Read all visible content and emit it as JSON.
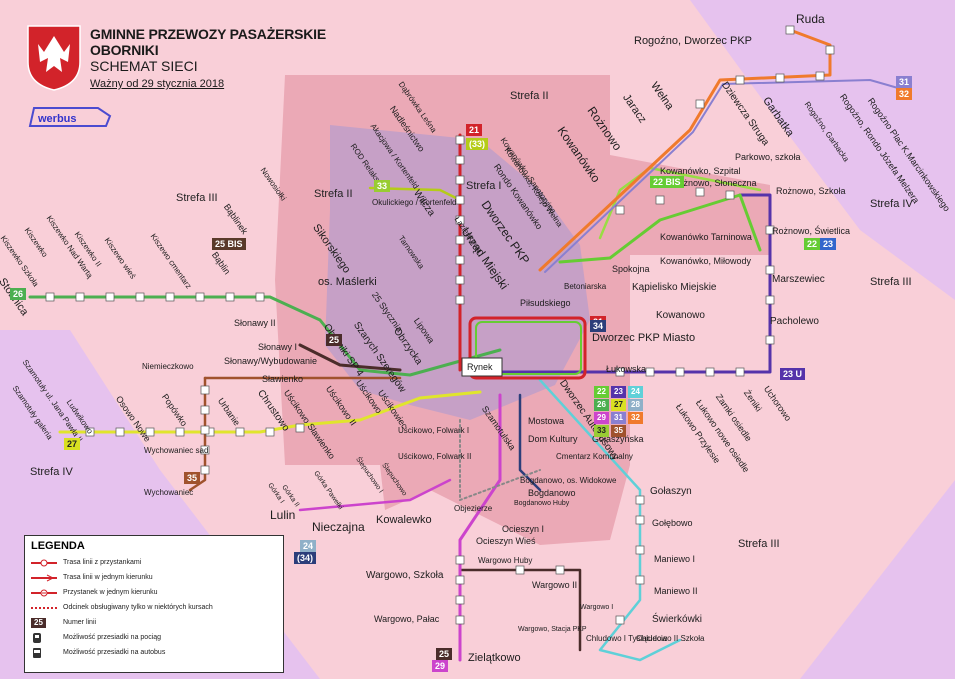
{
  "header": {
    "title_line1": "GMINNE PRZEWOZY PASAŻERSKIE",
    "title_line2": "OBORNIKI",
    "subtitle": "SCHEMAT SIECI",
    "valid_from": "Ważny od 29 stycznia 2018",
    "brand": "werbus"
  },
  "legend": {
    "title": "LEGENDA",
    "items": [
      {
        "text": "Trasa linii z przystankami",
        "icon": "line-with-stops-icon"
      },
      {
        "text": "Trasa linii w jednym kierunku",
        "icon": "one-way-line-icon"
      },
      {
        "text": "Przystanek w jednym kierunku",
        "icon": "one-way-stop-icon"
      },
      {
        "text": "Odcinek obsługiwany tylko w niektórych kursach",
        "icon": "dotted-segment-icon"
      },
      {
        "text": "Numer linii",
        "icon": "line-number-icon",
        "badge": "25"
      },
      {
        "text": "Możliwość przesiadki na pociąg",
        "icon": "train-icon"
      },
      {
        "text": "Możliwość przesiadki na autobus",
        "icon": "bus-icon"
      }
    ]
  },
  "zones": [
    {
      "id": "z2a",
      "label": "Strefa II"
    },
    {
      "id": "z1",
      "label": "Strefa I"
    },
    {
      "id": "z2b",
      "label": "Strefa II"
    },
    {
      "id": "z3a",
      "label": "Strefa III"
    },
    {
      "id": "z3b",
      "label": "Strefa III"
    },
    {
      "id": "z3c",
      "label": "Strefa III"
    },
    {
      "id": "z4a",
      "label": "Strefa IV"
    },
    {
      "id": "z4b",
      "label": "Strefa IV"
    }
  ],
  "stops": [
    {
      "id": "ruda",
      "label": "Ruda"
    },
    {
      "id": "rog_pkp",
      "label": "Rogoźno, Dworzec PKP"
    },
    {
      "id": "welna",
      "label": "Wełna"
    },
    {
      "id": "jaracz",
      "label": "Jaracz"
    },
    {
      "id": "roznowo",
      "label": "Rożnowo"
    },
    {
      "id": "kowanowko",
      "label": "Kowanówko"
    },
    {
      "id": "dziewcza",
      "label": "Dziewcza Struga"
    },
    {
      "id": "garbatka",
      "label": "Garbatka"
    },
    {
      "id": "rog_garbacka",
      "label": "Rogoźno, Garbacka"
    },
    {
      "id": "rog_melzera",
      "label": "Rogoźno, Rondo Józefa Melzera"
    },
    {
      "id": "rog_marcin",
      "label": "Rogoźno Plac K.Marcinkowskiego"
    },
    {
      "id": "parkowo",
      "label": "Parkowo, szkoła"
    },
    {
      "id": "kow_szpital",
      "label": "Kowanówko, Szpital"
    },
    {
      "id": "roz_sloneczna",
      "label": "Rożnowo, Słoneczna"
    },
    {
      "id": "roz_szkola",
      "label": "Rożnowo, Szkoła"
    },
    {
      "id": "roz_swietlica",
      "label": "Rożnowo, Świetlica"
    },
    {
      "id": "kow_tarn",
      "label": "Kowanówko Tarninowa"
    },
    {
      "id": "kow_milow",
      "label": "Kowanówko, Miłowody"
    },
    {
      "id": "spokojna",
      "label": "Spokojna"
    },
    {
      "id": "kapielisko",
      "label": "Kąpielisko Miejskie"
    },
    {
      "id": "kowanowo",
      "label": "Kowanowo"
    },
    {
      "id": "marszewiec",
      "label": "Marszewiec"
    },
    {
      "id": "pacholewo",
      "label": "Pacholewo"
    },
    {
      "id": "dworzec",
      "label": "Dworzec PKP Miasto"
    },
    {
      "id": "lukowska",
      "label": "Łukowska"
    },
    {
      "id": "uchorowo",
      "label": "Uchorowo"
    },
    {
      "id": "zeniki",
      "label": "Żeniki"
    },
    {
      "id": "zamki",
      "label": "Zamki osiedle"
    },
    {
      "id": "lukowo_n",
      "label": "Łukowo nowe osiedle"
    },
    {
      "id": "lukowo_p",
      "label": "Łukowo Przylesie"
    },
    {
      "id": "pilsudskiego",
      "label": "Piłsudskiego"
    },
    {
      "id": "betonowa",
      "label": "Betoniarska"
    },
    {
      "id": "rynek",
      "label": "Rynek"
    },
    {
      "id": "dab_lesna",
      "label": "Dąbrówka Leśna"
    },
    {
      "id": "nadleśnictwo",
      "label": "Nadleśnictwo"
    },
    {
      "id": "ww_kowanowko",
      "label": "Kowanówko, Kolejo Wełna"
    },
    {
      "id": "kow_sanat",
      "label": "Kowanówko, Sanatoryjna"
    },
    {
      "id": "rondo_kow",
      "label": "Rondo Kowanówko"
    },
    {
      "id": "dworzec_pkp",
      "label": "Dworzec PKP"
    },
    {
      "id": "urzad",
      "label": "Urząd Miejski"
    },
    {
      "id": "lazienkowa",
      "label": "Łazienkowa"
    },
    {
      "id": "wilcza",
      "label": "Wilcza"
    },
    {
      "id": "strefa_i_w",
      "label": "Akacjowa / Kortenfeld"
    },
    {
      "id": "rod",
      "label": "ROD Relaks"
    },
    {
      "id": "okulickiego",
      "label": "Okulickiego / Kortenfeld"
    },
    {
      "id": "sikorskiego",
      "label": "Sikorskiego"
    },
    {
      "id": "tarnowska",
      "label": "Tarnowska"
    },
    {
      "id": "25stycznia",
      "label": "25 Stycznia"
    },
    {
      "id": "lipowa",
      "label": "Lipowa"
    },
    {
      "id": "obrzycka",
      "label": "Obrzycka"
    },
    {
      "id": "szarych",
      "label": "Szarych Szeregów"
    },
    {
      "id": "obornik_sp",
      "label": "Oborniki SP 4"
    },
    {
      "id": "os_maslerki",
      "label": "os. Maślerki"
    },
    {
      "id": "nowosiolki",
      "label": "Nowosiołki"
    },
    {
      "id": "bablinek",
      "label": "Bąblinek"
    },
    {
      "id": "bablin",
      "label": "Bąblin"
    },
    {
      "id": "stobnica",
      "label": "Stobnica"
    },
    {
      "id": "kiszewko_s",
      "label": "Kiszewko Szkoła"
    },
    {
      "id": "kiszewko",
      "label": "Kiszewko"
    },
    {
      "id": "kiszewko_nw",
      "label": "Kiszewko Nad Wartą"
    },
    {
      "id": "kiszewko_ii",
      "label": "Kiszewko II"
    },
    {
      "id": "kiszewo_w",
      "label": "Kiszewo wieś"
    },
    {
      "id": "kiszewo_c",
      "label": "Kiszewo cmentarz"
    },
    {
      "id": "slonawy_ii",
      "label": "Słonawy II"
    },
    {
      "id": "slonawy_i",
      "label": "Słonawy I"
    },
    {
      "id": "slonawy_w",
      "label": "Słonawy/Wybudowanie"
    },
    {
      "id": "slawienko",
      "label": "Sławienko"
    },
    {
      "id": "niemieczkowo",
      "label": "Niemieczkowo"
    },
    {
      "id": "uscikowo",
      "label": "Uścikowo"
    },
    {
      "id": "uscikowo_ii",
      "label": "Uścikowo II"
    },
    {
      "id": "uscikowo_sl",
      "label": "Uścikowo Sławienko"
    },
    {
      "id": "uscikowiec",
      "label": "Uścikowiec"
    },
    {
      "id": "chrustowo",
      "label": "Chrustowo"
    },
    {
      "id": "urbanie",
      "label": "Urbanie"
    },
    {
      "id": "popowko",
      "label": "Popówko"
    },
    {
      "id": "osowo",
      "label": "Osowo Nowe"
    },
    {
      "id": "ludwikowo",
      "label": "Ludwikowo"
    },
    {
      "id": "szamotuly_j",
      "label": "Szamotuły ul. Jana Pawła II"
    },
    {
      "id": "szamotuly_g",
      "label": "Szamotuły galeria"
    },
    {
      "id": "wych_sad",
      "label": "Wychowaniec sad"
    },
    {
      "id": "wychowaniec",
      "label": "Wychowaniec"
    },
    {
      "id": "usc_f1",
      "label": "Uścikowo, Folwark I"
    },
    {
      "id": "usc_f2",
      "label": "Uścikowo, Folwark II"
    },
    {
      "id": "szamotulska",
      "label": "Szamotulska"
    },
    {
      "id": "mostowa",
      "label": "Mostowa"
    },
    {
      "id": "dworzec_aut",
      "label": "Dworzec Autobusowy"
    },
    {
      "id": "dom_kultury",
      "label": "Dom Kultury"
    },
    {
      "id": "golaszynska",
      "label": "Gołaszyńska"
    },
    {
      "id": "cmentarz",
      "label": "Cmentarz Komunalny"
    },
    {
      "id": "bog_widok",
      "label": "Bogdanowo, os. Widokowe"
    },
    {
      "id": "bogdanowo",
      "label": "Bogdanowo"
    },
    {
      "id": "bog_huby",
      "label": "Bogdanowo Huby"
    },
    {
      "id": "golaszyn",
      "label": "Gołaszyn"
    },
    {
      "id": "golebowo",
      "label": "Gołębowo"
    },
    {
      "id": "maniewo_i",
      "label": "Maniewo I"
    },
    {
      "id": "maniewo_ii",
      "label": "Maniewo II"
    },
    {
      "id": "swierkowki",
      "label": "Świerkówki"
    },
    {
      "id": "chludowo_i",
      "label": "Chludowo I Tysiąclecia"
    },
    {
      "id": "chludowo_ii",
      "label": "Chludowo II Szkoła"
    },
    {
      "id": "wargowo_i",
      "label": "Wargowo I"
    },
    {
      "id": "wargowo_ii",
      "label": "Wargowo II"
    },
    {
      "id": "wargowo_huby",
      "label": "Wargowo Huby"
    },
    {
      "id": "wargowo_szk",
      "label": "Wargowo, Szkoła"
    },
    {
      "id": "wargowo_pal",
      "label": "Wargowo, Pałac"
    },
    {
      "id": "wargowo_st",
      "label": "Wargowo, Stacja PKP"
    },
    {
      "id": "zielatkowo",
      "label": "Zielątkowo"
    },
    {
      "id": "kowalewko",
      "label": "Kowalewko"
    },
    {
      "id": "nieczajna",
      "label": "Nieczajna"
    },
    {
      "id": "lulin",
      "label": "Lulin"
    },
    {
      "id": "gorka_i",
      "label": "Górka I"
    },
    {
      "id": "gorka_ii",
      "label": "Górka II"
    },
    {
      "id": "gorka_p",
      "label": "Górka Pawełki"
    },
    {
      "id": "slepuchowo_i",
      "label": "Ślepuchowo I"
    },
    {
      "id": "slepuchowo",
      "label": "Ślepuchowo"
    },
    {
      "id": "objezierze",
      "label": "Objezierze"
    },
    {
      "id": "ocieszyn_i",
      "label": "Ocieszyn I"
    },
    {
      "id": "ocieszyn_w",
      "label": "Ocieszyn Wieś"
    }
  ],
  "line_badges": [
    {
      "text": "21",
      "color": "#d2232a"
    },
    {
      "text": "(33)",
      "color": "#b5cc18"
    },
    {
      "text": "33",
      "color": "#99cc33"
    },
    {
      "text": "25 BIS",
      "color": "#5a3a2a"
    },
    {
      "text": "26",
      "color": "#4caf50"
    },
    {
      "text": "25",
      "color": "#4a2c2a"
    },
    {
      "text": "21",
      "color": "#d2232a"
    },
    {
      "text": "34",
      "color": "#2c3e7a"
    },
    {
      "text": "22 BIS",
      "color": "#66cc33"
    },
    {
      "text": "22",
      "color": "#66cc33"
    },
    {
      "text": "23",
      "color": "#3366cc"
    },
    {
      "text": "23 U",
      "color": "#5533aa"
    },
    {
      "text": "31",
      "color": "#8a7fd0"
    },
    {
      "text": "32",
      "color": "#f07a2c"
    },
    {
      "text": "27",
      "color": "#d9e021"
    },
    {
      "text": "35",
      "color": "#a0522d"
    },
    {
      "text": "24",
      "color": "#8fb0c8"
    },
    {
      "text": "(34)",
      "color": "#2c3e7a"
    },
    {
      "text": "25",
      "color": "#4a2c2a"
    },
    {
      "text": "29",
      "color": "#cc44cc"
    }
  ],
  "interchange_badges": [
    "22",
    "23",
    "24",
    "26",
    "27",
    "28",
    "29",
    "31",
    "32",
    "33",
    "35"
  ],
  "colors": {
    "background": "#f9cfd8",
    "zone_iv": "#e6c2ee",
    "zone_ii": "#eba9b6",
    "zone_i": "#c6a0c6",
    "line_21": "#d2232a",
    "line_22": "#66cc33",
    "line_23": "#5533aa",
    "line_24": "#5fd0d8",
    "line_25": "#4a2c2a",
    "line_26": "#4caf50",
    "line_27": "#d9e021",
    "line_29": "#cc44cc",
    "line_31": "#8a7fd0",
    "line_32": "#f07a2c",
    "line_33": "#99cc33",
    "line_35": "#a0522d"
  }
}
